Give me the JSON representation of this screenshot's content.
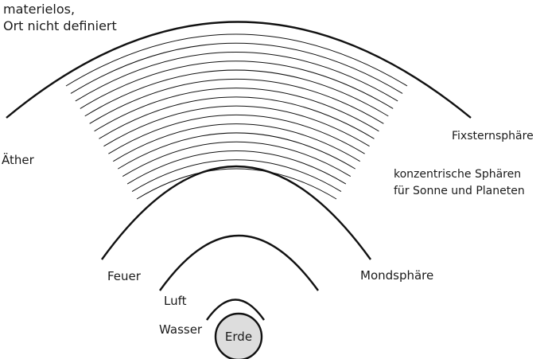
{
  "labels": {
    "top_line1": "materielos,",
    "top_line2": "Ort nicht definiert",
    "aether": "Äther",
    "fixstern": "Fixsternsphäre",
    "konzentrisch_line1": "konzentrische Sphären",
    "konzentrisch_line2": "für Sonne und Planeten",
    "mond": "Mondsphäre",
    "feuer": "Feuer",
    "luft": "Luft",
    "wasser": "Wasser",
    "erde": "Erde"
  },
  "colors": {
    "line": "#111111",
    "earth_fill": "#dddddd",
    "background": "#ffffff"
  }
}
